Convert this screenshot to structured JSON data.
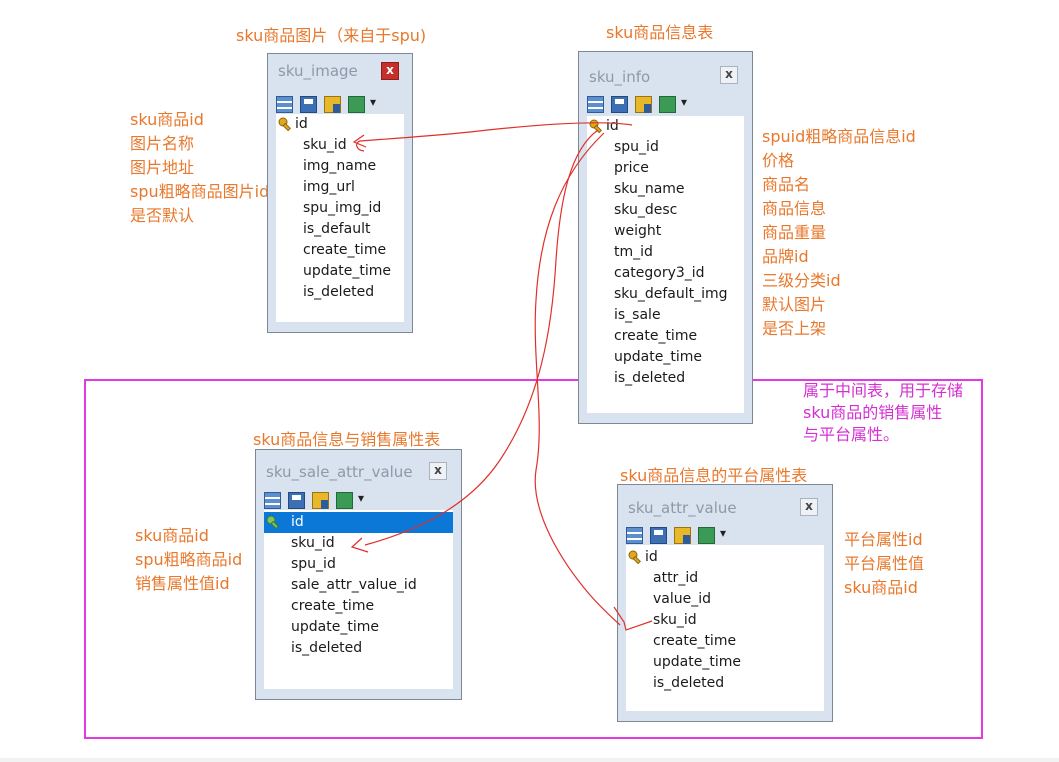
{
  "captions": {
    "sku_image": "sku商品图片（来自于spu)",
    "sku_info": "sku商品信息表",
    "sku_sale_attr_value": "sku商品信息与销售属性表",
    "sku_attr_value": "sku商品信息的平台属性表"
  },
  "tables": {
    "sku_image": {
      "title": "sku_image",
      "close": "x",
      "columns": [
        "id",
        "sku_id",
        "img_name",
        "img_url",
        "spu_img_id",
        "is_default",
        "create_time",
        "update_time",
        "is_deleted"
      ]
    },
    "sku_info": {
      "title": "sku_info",
      "close": "x",
      "columns": [
        "id",
        "spu_id",
        "price",
        "sku_name",
        "sku_desc",
        "weight",
        "tm_id",
        "category3_id",
        "sku_default_img",
        "is_sale",
        "create_time",
        "update_time",
        "is_deleted"
      ]
    },
    "sku_sale_attr_value": {
      "title": "sku_sale_attr_value",
      "close": "x",
      "columns": [
        "id",
        "sku_id",
        "spu_id",
        "sale_attr_value_id",
        "create_time",
        "update_time",
        "is_deleted"
      ]
    },
    "sku_attr_value": {
      "title": "sku_attr_value",
      "close": "x",
      "columns": [
        "id",
        "attr_id",
        "value_id",
        "sku_id",
        "create_time",
        "update_time",
        "is_deleted"
      ]
    }
  },
  "notes": {
    "sku_image": [
      "sku商品id",
      "图片名称",
      "图片地址",
      "spu粗略商品图片id",
      "是否默认"
    ],
    "sku_info": [
      "spuid粗略商品信息id",
      "价格",
      "商品名",
      "商品信息",
      "商品重量",
      "品牌id",
      "三级分类id",
      "默认图片",
      "是否上架"
    ],
    "sku_sale_attr_value": [
      "sku商品id",
      "spu粗略商品id",
      "销售属性值id"
    ],
    "sku_attr_value": [
      "平台属性id",
      "平台属性值",
      "sku商品id"
    ],
    "middle_table": [
      "属于中间表，用于存储",
      "sku商品的销售属性",
      "与平台属性。"
    ]
  },
  "colors": {
    "caption": "#e8782c",
    "frame": "#e03be0",
    "relation_line": "#e0302a",
    "selected_row": "#0b78d7"
  }
}
